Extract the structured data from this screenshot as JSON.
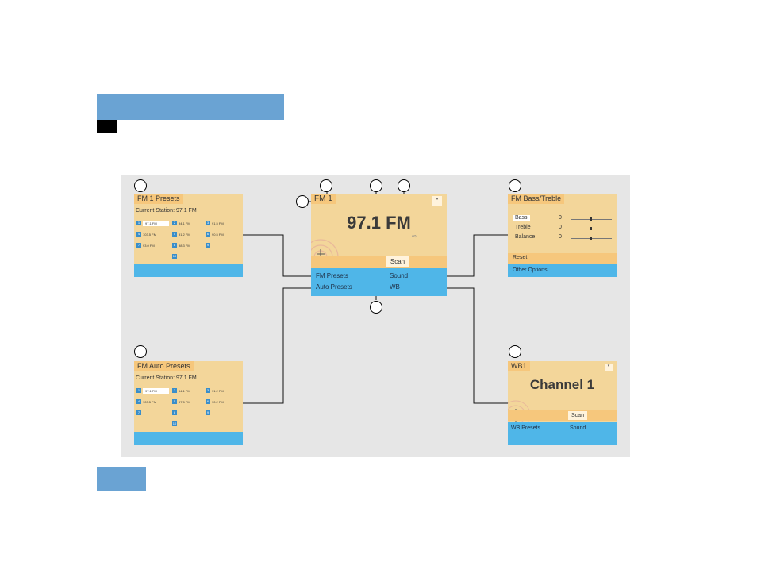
{
  "colors": {
    "header": "#6aa3d3",
    "screen_bg": "#f3d69a",
    "screen_title": "#f6c77c",
    "softkey_bar": "#4fb6e8"
  },
  "fm_presets": {
    "title": "FM 1 Presets",
    "current_station": "Current Station: 97.1 FM",
    "presets": [
      {
        "num": "1",
        "freq": "97.1 FM"
      },
      {
        "num": "4",
        "freq": "103.5 FM"
      },
      {
        "num": "7",
        "freq": "93.0 FM"
      },
      {
        "num": "2",
        "freq": "94.1 FM"
      },
      {
        "num": "5",
        "freq": "91.2 FM"
      },
      {
        "num": "8",
        "freq": "98.3 FM"
      },
      {
        "num": "3",
        "freq": "91.5 FM"
      },
      {
        "num": "6",
        "freq": "90.5 FM"
      },
      {
        "num": "9",
        "freq": ""
      },
      {
        "num": "10",
        "freq": ""
      }
    ]
  },
  "fm_auto_presets": {
    "title": "FM Auto Presets",
    "current_station": "Current Station: 97.1 FM",
    "presets": [
      {
        "num": "1",
        "freq": "97.1 FM"
      },
      {
        "num": "4",
        "freq": "103.5 FM"
      },
      {
        "num": "7",
        "freq": ""
      },
      {
        "num": "2",
        "freq": "94.1 FM"
      },
      {
        "num": "5",
        "freq": "97.5 FM"
      },
      {
        "num": "8",
        "freq": ""
      },
      {
        "num": "3",
        "freq": "91.2 FM"
      },
      {
        "num": "6",
        "freq": "90.2 FM"
      },
      {
        "num": "9",
        "freq": ""
      },
      {
        "num": "10",
        "freq": ""
      }
    ]
  },
  "main": {
    "band": "FM 1",
    "frequency": "97.1 FM",
    "stereo": "∞",
    "scan": "Scan",
    "softkeys": {
      "presets": "FM Presets",
      "auto_presets": "Auto Presets",
      "sound": "Sound",
      "wb": "WB"
    }
  },
  "bass_treble": {
    "title": "FM Bass/Treble",
    "settings": [
      {
        "label": "Bass",
        "value": "0"
      },
      {
        "label": "Treble",
        "value": "0"
      },
      {
        "label": "Balance",
        "value": "0"
      }
    ],
    "reset": "Reset",
    "other_options": "Other Options"
  },
  "weather": {
    "band": "WB1",
    "channel": "Channel 1",
    "scan": "Scan",
    "softkeys": {
      "presets": "WB Presets",
      "sound": "Sound"
    }
  }
}
